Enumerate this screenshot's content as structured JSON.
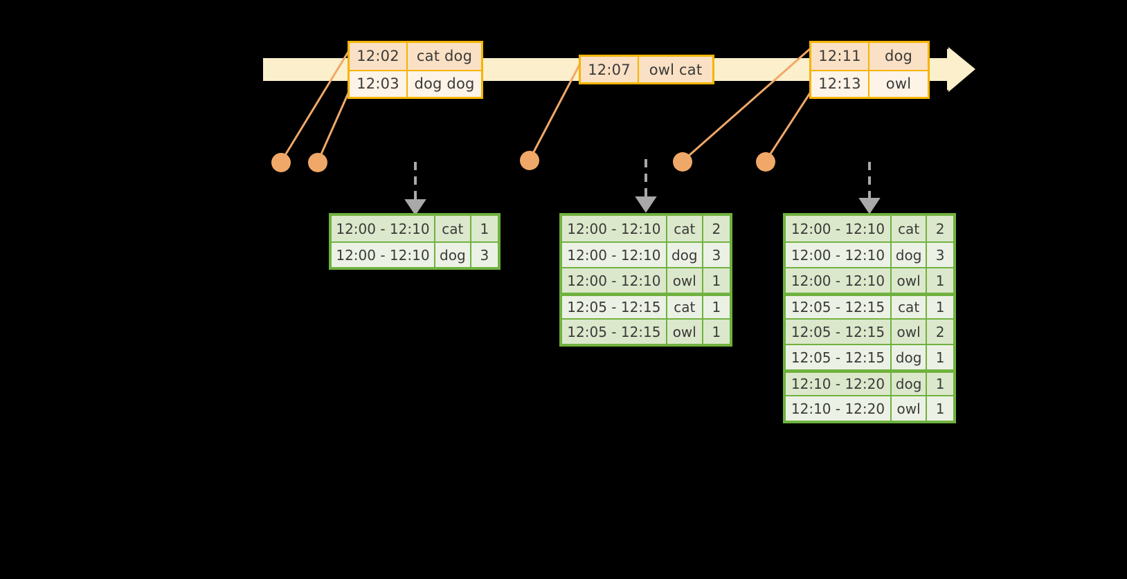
{
  "colors": {
    "background": "#000000",
    "timeline_fill": "#FCEFCB",
    "event_border": "#F5B400",
    "event_fill_odd": "#FAE0C4",
    "event_fill_even": "#FDF3E7",
    "connector": "#F0A868",
    "dot": "#F0A868",
    "table_border": "#6FB23E",
    "table_fill_odd": "#DCE8CC",
    "table_fill_even": "#ECF1E5",
    "arrow_gray": "#A9A9A9",
    "text": "#3a3a38"
  },
  "timeline": {
    "name": "event-stream-timeline",
    "arrow_direction": "right"
  },
  "event_boxes": [
    {
      "id": "events-group-1",
      "rows": [
        {
          "time": "12:02",
          "payload": "cat dog"
        },
        {
          "time": "12:03",
          "payload": "dog dog"
        }
      ]
    },
    {
      "id": "events-group-2",
      "rows": [
        {
          "time": "12:07",
          "payload": "owl cat"
        }
      ]
    },
    {
      "id": "events-group-3",
      "rows": [
        {
          "time": "12:11",
          "payload": "dog"
        },
        {
          "time": "12:13",
          "payload": "owl"
        }
      ]
    }
  ],
  "connector_dots": [
    {
      "name": "connector-dot-1"
    },
    {
      "name": "connector-dot-2"
    },
    {
      "name": "connector-dot-3"
    },
    {
      "name": "connector-dot-4"
    },
    {
      "name": "connector-dot-5"
    }
  ],
  "result_tables": [
    {
      "id": "result-table-1",
      "rows": [
        {
          "window": "12:00 - 12:10",
          "key": "cat",
          "count": "1",
          "group": 0
        },
        {
          "window": "12:00 - 12:10",
          "key": "dog",
          "count": "3",
          "group": 0
        }
      ]
    },
    {
      "id": "result-table-2",
      "rows": [
        {
          "window": "12:00 - 12:10",
          "key": "cat",
          "count": "2",
          "group": 0
        },
        {
          "window": "12:00 - 12:10",
          "key": "dog",
          "count": "3",
          "group": 0
        },
        {
          "window": "12:00 - 12:10",
          "key": "owl",
          "count": "1",
          "group": 0
        },
        {
          "window": "12:05 - 12:15",
          "key": "cat",
          "count": "1",
          "group": 1
        },
        {
          "window": "12:05 - 12:15",
          "key": "owl",
          "count": "1",
          "group": 1
        }
      ]
    },
    {
      "id": "result-table-3",
      "rows": [
        {
          "window": "12:00 - 12:10",
          "key": "cat",
          "count": "2",
          "group": 0
        },
        {
          "window": "12:00 - 12:10",
          "key": "dog",
          "count": "3",
          "group": 0
        },
        {
          "window": "12:00 - 12:10",
          "key": "owl",
          "count": "1",
          "group": 0
        },
        {
          "window": "12:05 - 12:15",
          "key": "cat",
          "count": "1",
          "group": 1
        },
        {
          "window": "12:05 - 12:15",
          "key": "owl",
          "count": "2",
          "group": 1
        },
        {
          "window": "12:05 - 12:15",
          "key": "dog",
          "count": "1",
          "group": 1
        },
        {
          "window": "12:10 - 12:20",
          "key": "dog",
          "count": "1",
          "group": 2
        },
        {
          "window": "12:10 - 12:20",
          "key": "owl",
          "count": "1",
          "group": 2
        }
      ]
    }
  ]
}
